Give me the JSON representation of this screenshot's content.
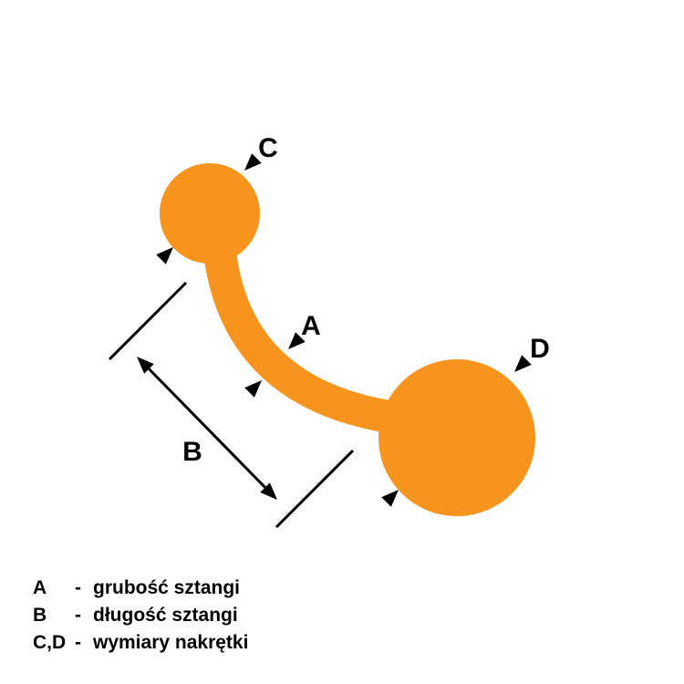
{
  "figure": {
    "label_a": "A",
    "label_b": "B",
    "label_c": "C",
    "label_d": "D"
  },
  "colors": {
    "ball": "#F7941D",
    "line": "#000000",
    "background": "#FFFFFF"
  },
  "legend": {
    "rows": [
      {
        "key": "A",
        "dash": "-",
        "desc": "grubość sztangi"
      },
      {
        "key": "B",
        "dash": "-",
        "desc": "długość sztangi"
      },
      {
        "key": "C,D",
        "dash": "-",
        "desc": "wymiary nakrętki"
      }
    ]
  }
}
